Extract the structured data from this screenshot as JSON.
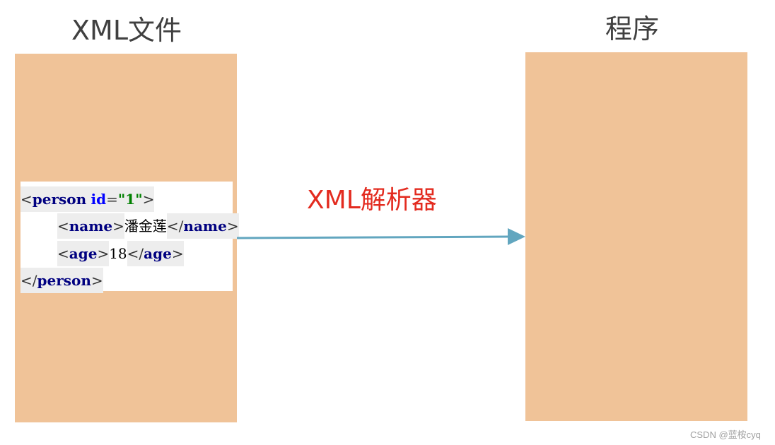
{
  "left_column": {
    "heading": "XML文件"
  },
  "right_column": {
    "heading": "程序"
  },
  "parser": {
    "label": "XML解析器"
  },
  "code": {
    "line1": {
      "open": "<",
      "tag": "person",
      "space": " ",
      "attr": "id",
      "eq": "=",
      "value": "\"1\"",
      "close": ">"
    },
    "line2": {
      "open_tag": "<",
      "tag": "name",
      "gt": ">",
      "text": "潘金莲",
      "end_open": "</",
      "end_tag": "name",
      "end_gt": ">"
    },
    "line3": {
      "open_tag": "<",
      "tag": "age",
      "gt": ">",
      "text": "18",
      "end_open": "</",
      "end_tag": "age",
      "end_gt": ">"
    },
    "line4": {
      "open": "</",
      "tag": "person",
      "close": ">"
    }
  },
  "watermark": "CSDN @蓝桉cyq",
  "colors": {
    "box_fill": "#f0c398",
    "arrow": "#62a6bf",
    "parser_label": "#e32b1f",
    "heading": "#404040"
  },
  "icons": {
    "arrow": "right-arrow-icon"
  }
}
